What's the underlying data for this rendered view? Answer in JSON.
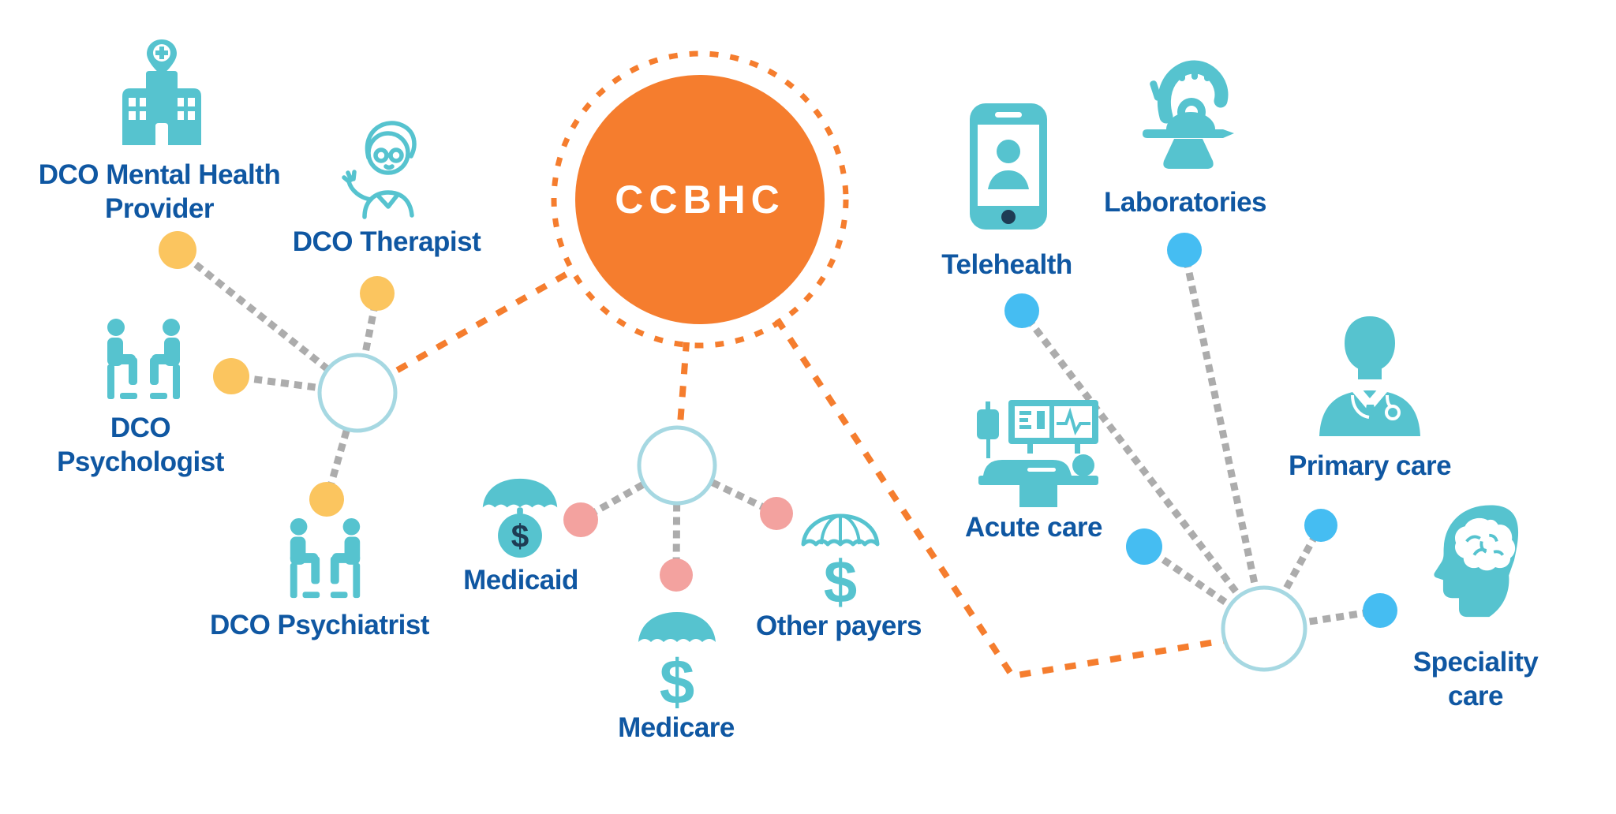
{
  "title": {
    "label": "CCBHC"
  },
  "icons": {
    "dollar_glyph": "$"
  },
  "colors": {
    "background": "#FFFFFF",
    "orange": "#F57D2E",
    "teal": "#56C3CF",
    "navy_text": "#0F57A2",
    "yellow": "#FBC55F",
    "pink": "#F3A29F",
    "blue": "#45BDF2",
    "gray": "#ACACAC",
    "hub_border": "#A6D8E2",
    "symbol_dark": "#1E3C54",
    "ccbhc_text": "#FFFFFF"
  },
  "clusters": {
    "dco": {
      "dot_color_name": "yellow",
      "members": [
        {
          "label": "DCO Mental Health Provider",
          "icon": "hospital-icon"
        },
        {
          "label": "DCO Therapist",
          "icon": "therapist-icon"
        },
        {
          "label": "DCO Psychologist",
          "icon": "counseling-icon"
        },
        {
          "label": "DCO Psychiatrist",
          "icon": "psychiatrist-icon"
        }
      ]
    },
    "payers": {
      "dot_color_name": "pink",
      "members": [
        {
          "label": "Medicaid",
          "icon": "umbrella-coin-icon"
        },
        {
          "label": "Medicare",
          "icon": "umbrella-dollar-icon"
        },
        {
          "label": "Other payers",
          "icon": "umbrella-outline-dollar-icon"
        }
      ]
    },
    "care": {
      "dot_color_name": "blue",
      "members": [
        {
          "label": "Telehealth",
          "icon": "smartphone-icon"
        },
        {
          "label": "Laboratories",
          "icon": "microscope-icon"
        },
        {
          "label": "Acute care",
          "icon": "hospital-bed-icon"
        },
        {
          "label": "Primary care",
          "icon": "doctor-icon"
        },
        {
          "label": "Speciality care",
          "icon": "brain-head-icon"
        }
      ]
    }
  }
}
